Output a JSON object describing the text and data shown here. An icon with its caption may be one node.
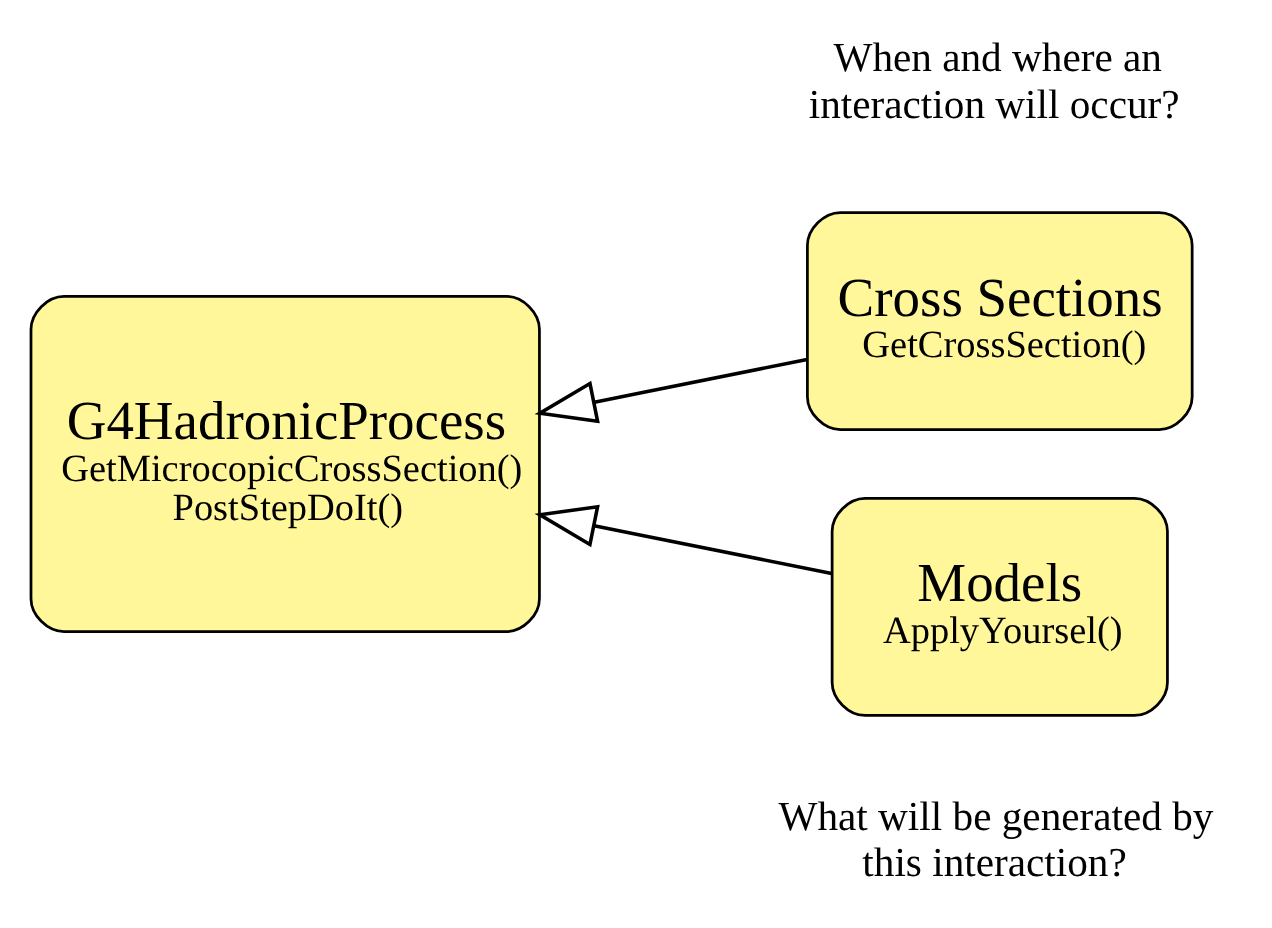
{
  "diagram": {
    "nodes": [
      {
        "text": [
          "G4HadronicProcess",
          "GetMicrocopicCrossSection()",
          "PostStepDoIt()"
        ]
      },
      {
        "text": [
          "Cross Sections",
          "GetCrossSection()"
        ]
      },
      {
        "text": [
          "Models",
          "ApplyYoursel()"
        ]
      }
    ],
    "edges": [
      {
        "from": 1,
        "to": 0,
        "arrow": "to"
      },
      {
        "from": 2,
        "to": 0,
        "arrow": "to"
      }
    ],
    "labels": [
      "When and where an interaction will occur?",
      "What will be generated by this interaction?"
    ]
  }
}
